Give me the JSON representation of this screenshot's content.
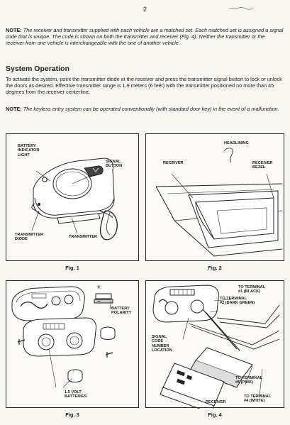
{
  "page_number": "2",
  "intro_note": {
    "label": "NOTE:",
    "text": "The receiver and transmitter supplied with each vehicle are a matched set. Each matched set is assigned a signal code that is unique. The code is shown on both the transmitter and receiver (Fig. 4). Neither the transmitter or the receiver from one vehicle is interchangeable with the one of another vehicle."
  },
  "section_title": "System Operation",
  "operation_text": "To activate the system, point the transmitter diode at the receiver and press the transmitter signal button to lock or unlock the doors as desired. Effective transmitter range is 1.9 meters (6 feet) with the transmitter positioned no more than 45 degrees from the receiver centerline.",
  "keyless_note": {
    "label": "NOTE:",
    "text": "The keyless entry system can be operated conventionally (with standard door key) in the event of a malfunction."
  },
  "figures": [
    {
      "caption": "Fig. 1",
      "labels": [
        "BATTERY\nINDICATOR\nLIGHT",
        "SIGNAL\nBUTTON",
        "TRANSMITTER\nDIODE",
        "TRANSMITTER"
      ]
    },
    {
      "caption": "Fig. 2",
      "labels": [
        "HEADLINING",
        "RECEIVER",
        "RECEIVER\nBEZEL"
      ]
    },
    {
      "caption": "Fig. 3",
      "labels": [
        "BATTERY\nPOLARITY",
        "1.5 VOLT\nBATTERIES"
      ],
      "symbols": [
        "+",
        "−"
      ]
    },
    {
      "caption": "Fig. 4",
      "labels": [
        "TO TERMINAL\n#1 (BLACK)",
        "TO TERMINAL\n#2 (DARK GREEN)",
        "SIGNAL\nCODE\nNUMBER\nLOCATION",
        "TO TERMINAL\n#6 (PINK)",
        "TO TERMINAL\n#4 (WHITE)",
        "RECEIVER"
      ]
    }
  ]
}
